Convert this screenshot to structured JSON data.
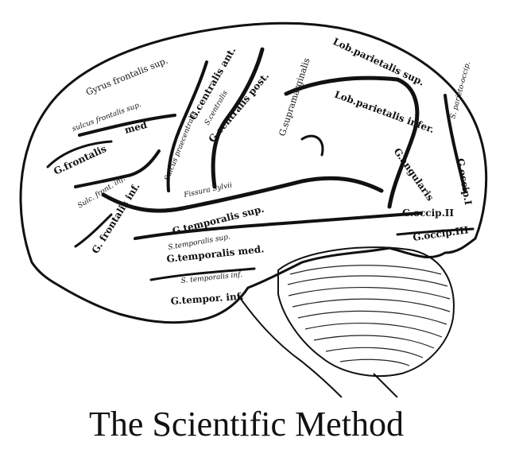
{
  "caption": "The Scientific Method",
  "labels": {
    "gyrus_frontalis_sup": "Gyrus frontalis sup.",
    "sulcus_frontalis_sup": "sulcus frontalis sup.",
    "frontalis_med": "med",
    "g_frontalis": "G.frontalis",
    "sulc_front_inf": "Sulc. front. inf.",
    "g_frontalis_inf": "G. frontalis inf.",
    "sulcus_praecentralis": "Sulcus praecentralis",
    "g_centralis_ant": "G.centralis ant.",
    "s_centralis": "S.centralis",
    "g_centralis_post": "G.centralis post.",
    "g_supramarginalis": "G.supramarginalis",
    "lob_parietalis_sup": "Lob.parietalis sup.",
    "lob_parietalis_infer": "Lob.parietalis infer.",
    "s_parieto_occip": "S. parieto-occip.",
    "g_angularis": "G.angularis",
    "g_occip_1": "G.occip.I",
    "g_occip_2": "G.occip.II",
    "g_occip_3": "G.occip.III",
    "fissura_sylvii": "Fissura Sylvii",
    "g_temporalis_sup": "G.temporalis sup.",
    "s_temporalis_sup": "S.temporalis sup.",
    "g_temporalis_med": "G.temporalis med.",
    "s_temporalis_inf": "S. temporalis inf.",
    "g_temporalis_inf": "G.tempor. inf."
  }
}
